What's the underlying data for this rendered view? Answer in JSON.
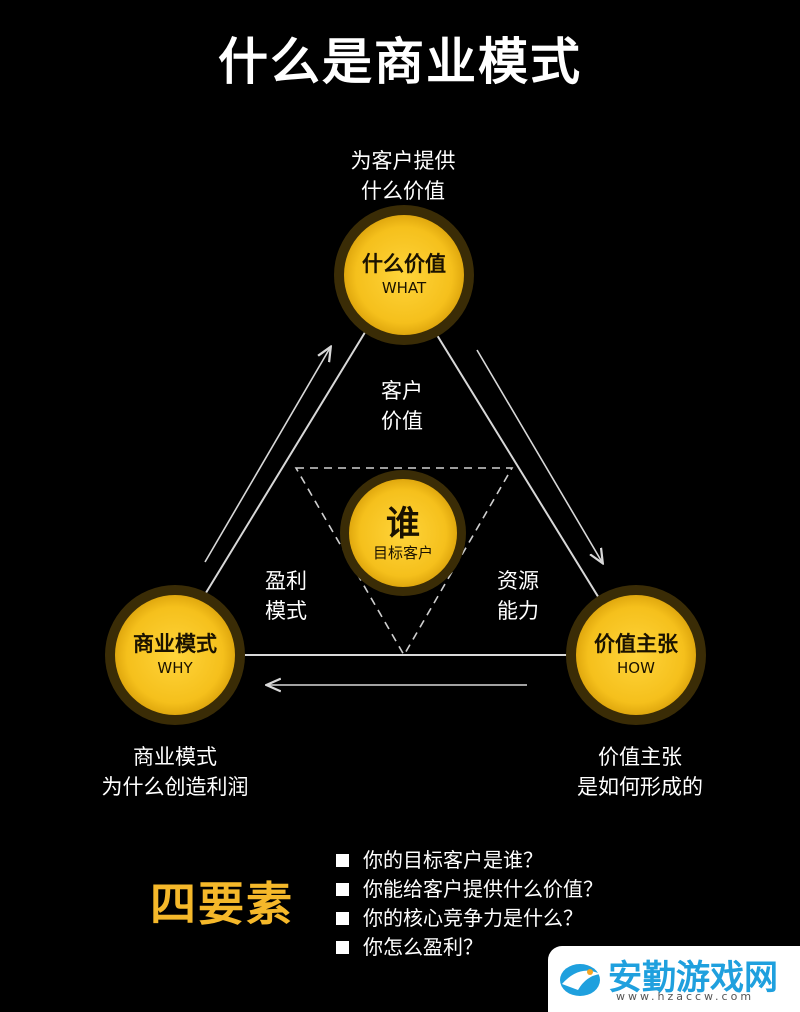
{
  "title": "什么是商业模式",
  "colors": {
    "gold": "#f5c01c",
    "gold_dark": "#3a2c06",
    "line": "#d8d8d8",
    "four_elements": "#f5b82a",
    "watermark_blue": "#1fa0de"
  },
  "nodes": {
    "top": {
      "cn": "什么价值",
      "en": "WHAT"
    },
    "left": {
      "cn": "商业模式",
      "en": "WHY"
    },
    "right": {
      "cn": "价值主张",
      "en": "HOW"
    },
    "center": {
      "cn": "谁",
      "sub": "目标客户"
    }
  },
  "captions": {
    "top": [
      "为客户提供",
      "什么价值"
    ],
    "left": [
      "商业模式",
      "为什么创造利润"
    ],
    "right": [
      "价值主张",
      "是如何形成的"
    ]
  },
  "edges": {
    "top_inner": [
      "客户",
      "价值"
    ],
    "left_inner": [
      "盈利",
      "模式"
    ],
    "right_inner": [
      "资源",
      "能力"
    ]
  },
  "four_elements": {
    "title": "四要素",
    "questions": [
      "你的目标客户是谁？",
      "你能给客户提供什么价值？",
      "你的核心竞争力是什么？",
      "你怎么盈利？"
    ]
  },
  "watermark": {
    "name": "安勤游戏网",
    "url": "www.hzaccw.com",
    "icon": "bird-logo-icon"
  }
}
